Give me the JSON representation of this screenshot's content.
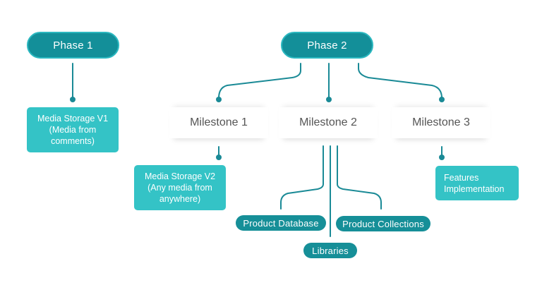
{
  "colors": {
    "phase_fill": "#138f99",
    "phase_border": "#2bb8c0",
    "card_fill": "#34c3c6",
    "tag_fill": "#168f98",
    "connector": "#1a8a96",
    "milestone_text": "#555555"
  },
  "phases": [
    {
      "label": "Phase 1"
    },
    {
      "label": "Phase 2"
    }
  ],
  "milestones": [
    {
      "label": "Milestone 1"
    },
    {
      "label": "Milestone 2"
    },
    {
      "label": "Milestone 3"
    }
  ],
  "cards": {
    "phase1": {
      "line1": "Media Storage V1",
      "line2": "(Media from",
      "line3": "comments)"
    },
    "milestone1": {
      "line1": "Media Storage V2",
      "line2": "(Any media from",
      "line3": "anywhere)"
    },
    "milestone3": {
      "line1": "Features",
      "line2": "Implementation"
    }
  },
  "tags": [
    {
      "label": "Product Database"
    },
    {
      "label": "Product Collections"
    },
    {
      "label": "Libraries"
    }
  ]
}
